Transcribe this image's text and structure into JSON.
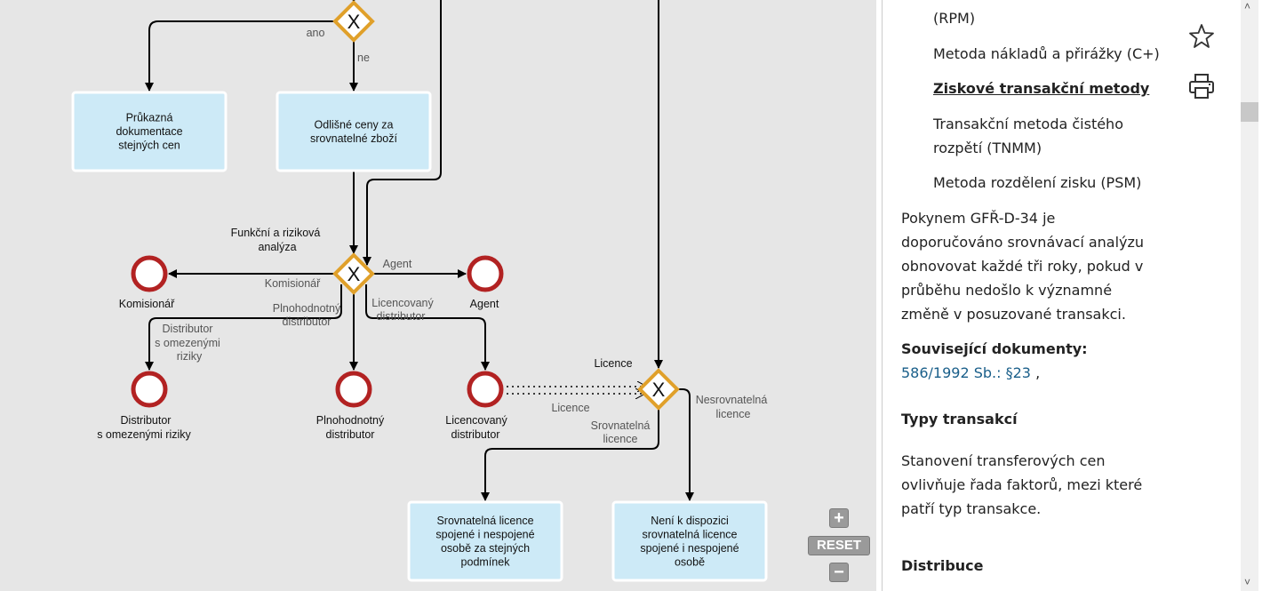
{
  "diagram": {
    "gateway_symbol": "X",
    "flow_labels": {
      "ano": "ano",
      "ne": "ne",
      "komisionar": "Komisionář",
      "agent": "Agent",
      "plnohodnotny": [
        "Plnohodnotný",
        "distributor"
      ],
      "licencovany": [
        "Licencovaný",
        "distributor"
      ],
      "distributor_omezeny": [
        "Distributor",
        "s omezenými",
        "riziky"
      ],
      "licence_dotted": "Licence",
      "srovnatelna": [
        "Srovnatelná",
        "licence"
      ],
      "nesrovnatelna": [
        "Nesrovnatelná",
        "licence"
      ]
    },
    "gateway_labels": {
      "funkcni": [
        "Funkční a riziková",
        "analýza"
      ],
      "licence": "Licence"
    },
    "tasks": [
      {
        "lines": [
          "Průkazná",
          "dokumentace",
          "stejných cen"
        ]
      },
      {
        "lines": [
          "Odlišné ceny za",
          "srovnatelné zboží"
        ]
      },
      {
        "lines": [
          "Srovnatelná licence",
          "spojené i nespojené",
          "osobě za stejných",
          "podmínek"
        ]
      },
      {
        "lines": [
          "Není k dispozici",
          "srovnatelná licence",
          "spojené i nespojené",
          "osobě"
        ]
      }
    ],
    "end_events": {
      "komisionar": [
        "Komisionář"
      ],
      "agent": [
        "Agent"
      ],
      "distributor_omezeny": [
        "Distributor",
        "s omezenými riziky"
      ],
      "plnohodnotny": [
        "Plnohodnotný",
        "distributor"
      ],
      "licencovany": [
        "Licencovaný",
        "distributor"
      ]
    },
    "zoom_controls": {
      "plus": "+",
      "reset": "RESET",
      "minus": "−"
    },
    "colors": {
      "task_fill": "#cdeaf7",
      "gateway_stroke": "#e0a02a",
      "end_stroke": "#b22222",
      "canvas": "#e6e6e6"
    }
  },
  "panel": {
    "submenu": [
      "(RPM)",
      "Metoda nákladů a přirážky (C+)",
      "Ziskové transakční metody",
      "Transakční metoda čistého",
      "rozpětí (TNMM)",
      "Metoda rozdělení zisku (PSM)"
    ],
    "paragraph1": [
      "Pokynem GFŘ-D-34 je",
      "doporučováno srovnávací analýzu",
      "obnovovat každé tři roky, pokud v",
      "průběhu nedošlo k významné",
      "změně v posuzované transakci."
    ],
    "related_heading": "Související dokumenty:",
    "related_link": "586/1992 Sb.: §23",
    "related_sep": ",",
    "types_heading": "Typy transakcí",
    "paragraph2": [
      "Stanovení transferových cen",
      "ovlivňuje řada faktorů, mezi které",
      "patří typ transakce."
    ],
    "distribution_heading": "Distribuce",
    "icons": [
      "star-icon",
      "print-icon"
    ],
    "link_color": "#1a5f8a"
  }
}
